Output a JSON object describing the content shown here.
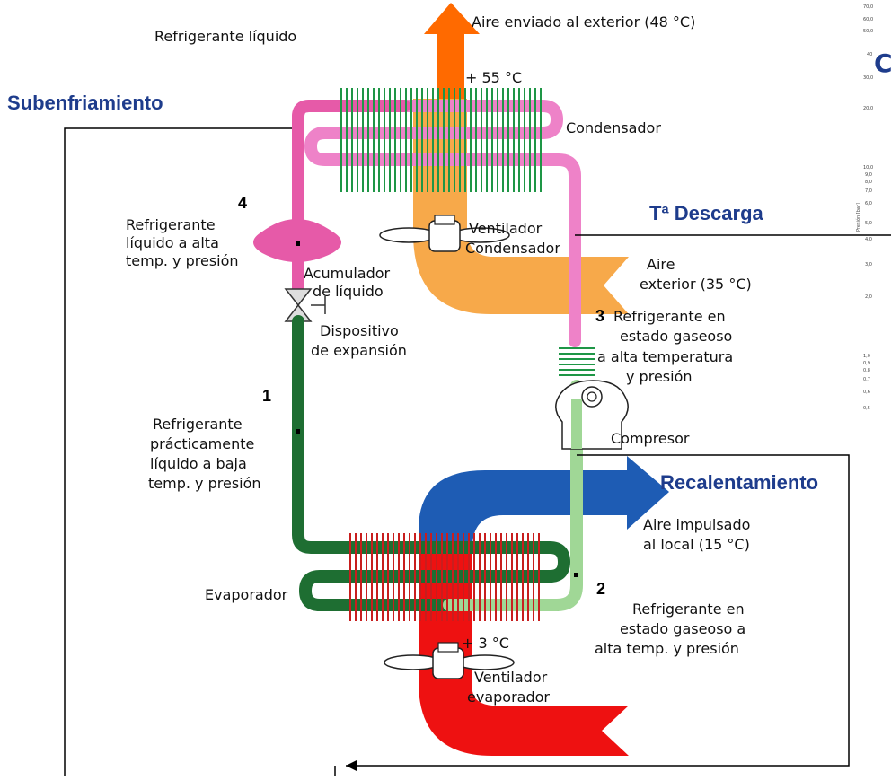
{
  "diagram": {
    "colors": {
      "hot_air": "#ff6a00",
      "warm_air": "#f7a94a",
      "cool_air": "#1e5cb4",
      "cold_air": "#ee1111",
      "hot_gas_pipe": "#ee82c8",
      "liquid_pipe": "#e65aa8",
      "cold_liquid_pipe": "#1e6e32",
      "suction_pipe": "#a0d796",
      "condenser_fins": "#1e9646",
      "evaporator_fins": "#c81e1e",
      "headings": "#1e3c8c"
    },
    "headings": {
      "subenfriamiento": "Subenfriamiento",
      "descarga": "Tª Descarga",
      "recalentamiento": "Recalentamiento"
    },
    "labels": {
      "refrigerante_liquido": "Refrigerante líquido",
      "aire_enviado_exterior": "Aire enviado al exterior (48 °C)",
      "temp_55": "+ 55 °C",
      "condensador": "Condensador",
      "ventilador_condensador_1": "Ventilador",
      "ventilador_condensador_2": "Condensador",
      "aire_exterior_1": "Aire",
      "aire_exterior_2": "exterior (35 °C)",
      "acumulador_1": "Acumulador",
      "acumulador_2": "de líquido",
      "dispositivo_1": "Dispositivo",
      "dispositivo_2": "de expansión",
      "p4_1": "Refrigerante",
      "p4_2": "líquido a alta",
      "p4_3": "temp. y presión",
      "p3_1": "Refrigerante en",
      "p3_2": "estado gaseoso",
      "p3_3": "a alta temperatura",
      "p3_4": "y presión",
      "compresor": "Compresor",
      "p1_1": "Refrigerante",
      "p1_2": "prácticamente",
      "p1_3": "líquido a baja",
      "p1_4": "temp. y presión",
      "aire_impulsado_1": "Aire impulsado",
      "aire_impulsado_2": "al local (15 °C)",
      "evaporador": "Evaporador",
      "p2_1": "Refrigerante en",
      "p2_2": "estado gaseoso a",
      "p2_3": "alta temp. y presión",
      "temp_3": "+ 3 °C",
      "ventilador_evaporador_1": "Ventilador",
      "ventilador_evaporador_2": "evaporador"
    },
    "points": {
      "p1": "1",
      "p2": "2",
      "p3": "3",
      "p4": "4"
    },
    "side_chart": {
      "letter": "C",
      "ticks_top": [
        "70,0",
        "60,0",
        "50,0",
        "40",
        "30,0",
        "20,0"
      ],
      "ticks_mid": [
        "10,0",
        "9,0",
        "8,0",
        "7,0",
        "6,0",
        "5,0",
        "4,0",
        "3,0",
        "2,0"
      ],
      "ticks_bottom": [
        "1,0",
        "0,9",
        "0,8",
        "0,7",
        "0,6",
        "0,5"
      ],
      "axis_label": "Presión [bar]"
    }
  }
}
